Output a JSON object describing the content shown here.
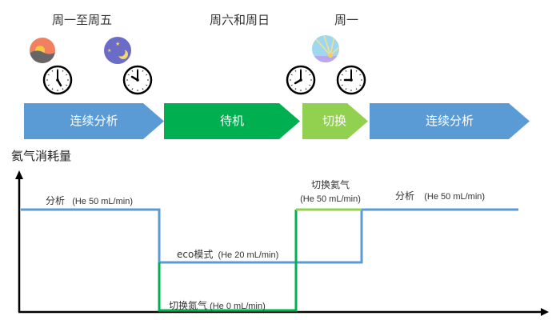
{
  "periods": [
    {
      "label": "周一至周五"
    },
    {
      "label": "周六和周日"
    },
    {
      "label": "周一"
    }
  ],
  "icons": [
    {
      "name": "sunset-icon",
      "meaning": "evening"
    },
    {
      "name": "night-moon-icon",
      "meaning": "night"
    },
    {
      "name": "sunrise-icon",
      "meaning": "morning"
    }
  ],
  "clocks": [
    {
      "time": "5:00",
      "hour": 5,
      "minute": 0
    },
    {
      "time": "10:00",
      "hour": 10,
      "minute": 0
    },
    {
      "time": "8:00",
      "hour": 8,
      "minute": 0
    },
    {
      "time": "9:00",
      "hour": 9,
      "minute": 0
    }
  ],
  "stages": [
    {
      "label": "连续分析",
      "color": "#5B9BD5"
    },
    {
      "label": "待机",
      "color": "#00B050"
    },
    {
      "label": "切换",
      "color": "#92D050"
    },
    {
      "label": "连续分析",
      "color": "#5B9BD5"
    }
  ],
  "chart": {
    "ylabel": "氦气消耗量",
    "colors": {
      "analysis": "#5B9BD5",
      "nitrogen": "#00B050",
      "switch_he": "#92D050",
      "axis": "#000000"
    },
    "annotations": [
      {
        "cn": "分析",
        "flow": "(He 50 mL/min)"
      },
      {
        "cn": "eco模式",
        "flow": "(He 20 mL/min)"
      },
      {
        "cn": "切换氮气",
        "flow": "(He 0 mL/min)"
      },
      {
        "cn": "切换氦气",
        "flow": "(He 50 mL/min)"
      },
      {
        "cn": "分析",
        "flow": "(He 50 mL/min)"
      }
    ]
  }
}
